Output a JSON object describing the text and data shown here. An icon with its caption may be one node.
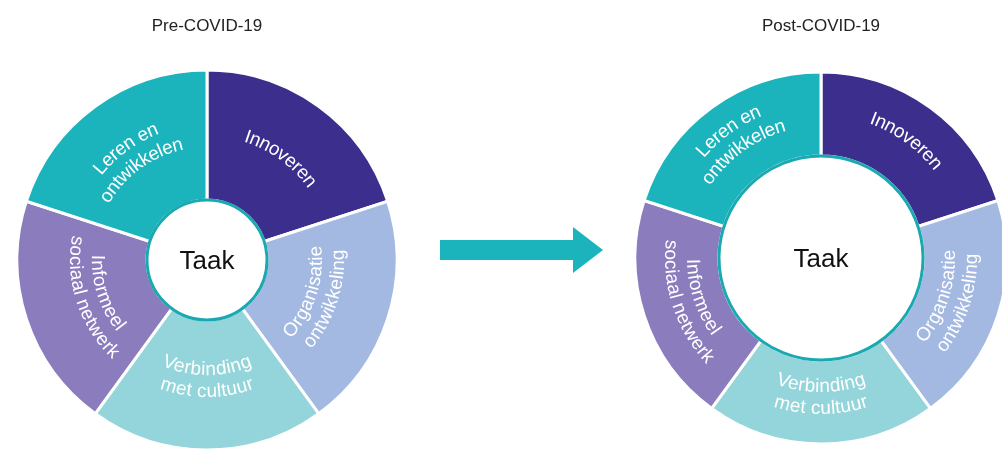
{
  "diagram": {
    "nodes": [
      {
        "text": [
          "Pre-COVID-19"
        ]
      },
      {
        "text": [
          "Taak"
        ],
        "in": 0
      },
      {
        "text": [
          "Innoveren"
        ],
        "in": 0
      },
      {
        "text": [
          "Organisatie ontwikkeling"
        ],
        "in": 0
      },
      {
        "text": [
          "Verbinding met cultuur"
        ],
        "in": 0
      },
      {
        "text": [
          "Informeel sociaal netwerk"
        ],
        "in": 0
      },
      {
        "text": [
          "Leren en ontwikkelen"
        ],
        "in": 0
      },
      {
        "text": [
          "Post-COVID-19"
        ]
      },
      {
        "text": [
          "Taak"
        ],
        "in": 7
      },
      {
        "text": [
          "Innoveren"
        ],
        "in": 7
      },
      {
        "text": [
          "Organisatie ontwikkeling"
        ],
        "in": 7
      },
      {
        "text": [
          "Verbinding met cultuur"
        ],
        "in": 7
      },
      {
        "text": [
          "Informeel sociaal netwerk"
        ],
        "in": 7
      },
      {
        "text": [
          "Leren en ontwikkelen"
        ],
        "in": 7
      }
    ],
    "edges": [
      {
        "from": 0,
        "to": 7,
        "arrow": "to"
      }
    ]
  }
}
